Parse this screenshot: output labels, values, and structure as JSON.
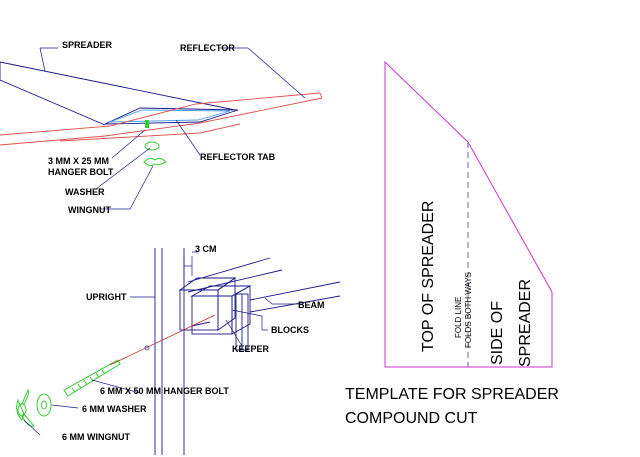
{
  "labels": {
    "spreader": "SPREADER",
    "reflector": "REFLECTOR",
    "reflector_tab": "REFLECTOR TAB",
    "hanger_bolt_3mm_line1": "3 MM  X 25 MM",
    "hanger_bolt_3mm_line2": "HANGER BOLT",
    "washer": "WASHER",
    "wingnut": "WINGNUT",
    "three_cm": "3 CM",
    "upright": "UPRIGHT",
    "beam": "BEAM",
    "blocks": "BLOCKS",
    "keeper": "KEEPER",
    "hanger_bolt_6mm": "6 MM X 50 MM HANGER BOLT",
    "washer_6mm": "6 MM WASHER",
    "wingnut_6mm": "6 MM WINGNUT"
  },
  "template": {
    "top_of_spreader": "TOP OF SPREADER",
    "fold_line": "FOLD LINE",
    "folds_both_ways": "FOLDS BOTH WAYS",
    "side_of": "SIDE OF",
    "spreader": "SPREADER"
  },
  "title": {
    "line1": "TEMPLATE FOR SPREADER",
    "line2": "COMPOUND CUT"
  },
  "colors": {
    "line": "#1a1a8c",
    "reflector": "#d9534f",
    "hardware": "#33cc33",
    "template": "#cc33cc",
    "fold": "#6666aa",
    "accent_red": "#cc2222"
  }
}
